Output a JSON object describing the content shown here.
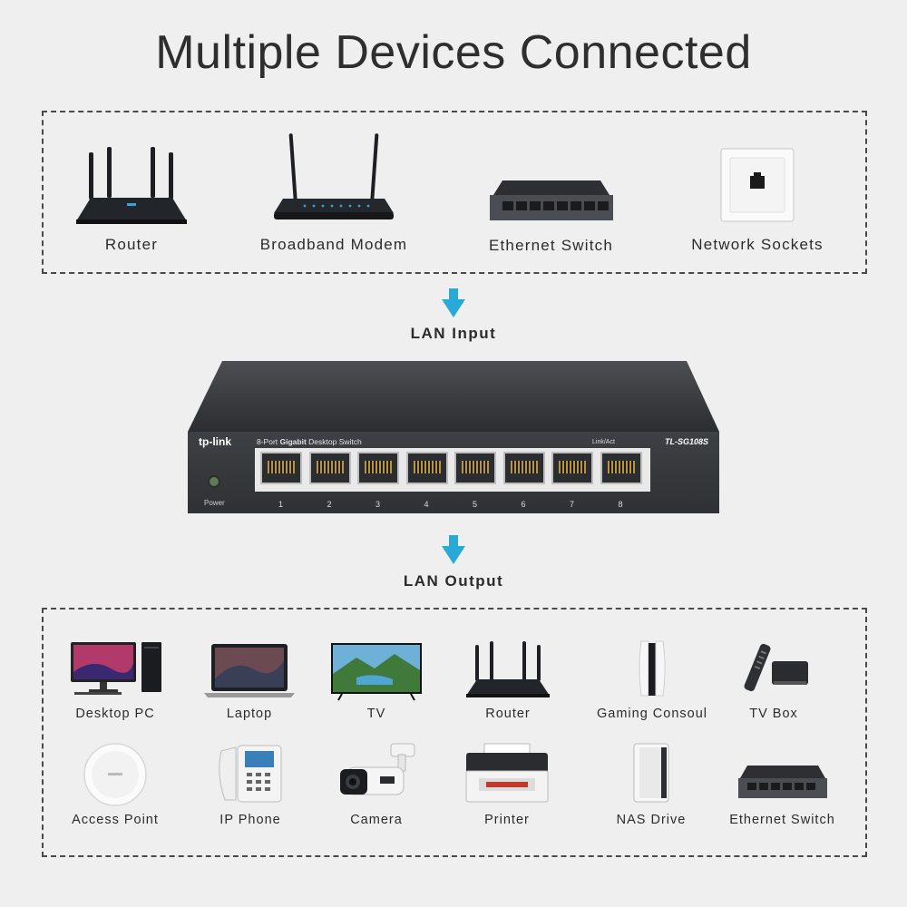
{
  "title": "Multiple Devices Connected",
  "input_devices": [
    {
      "label": "Router",
      "icon": "router-icon"
    },
    {
      "label": "Broadband Modem",
      "icon": "modem-icon"
    },
    {
      "label": "Ethernet Switch",
      "icon": "ethernet-switch-icon"
    },
    {
      "label": "Network Sockets",
      "icon": "network-socket-icon"
    }
  ],
  "lan_input_label": "LAN Input",
  "lan_output_label": "LAN Output",
  "switch": {
    "brand": "tp-link",
    "description_prefix": "8-Port ",
    "description_bold": "Gigabit",
    "description_suffix": " Desktop Switch",
    "model": "TL-SG108S",
    "link_act": "Link/Act",
    "power_label": "Power",
    "ports": [
      "1",
      "2",
      "3",
      "4",
      "5",
      "6",
      "7",
      "8"
    ]
  },
  "output_devices_row1": [
    {
      "label": "Desktop PC",
      "icon": "desktop-pc-icon"
    },
    {
      "label": "Laptop",
      "icon": "laptop-icon"
    },
    {
      "label": "TV",
      "icon": "tv-icon"
    },
    {
      "label": "Router",
      "icon": "router-icon"
    },
    {
      "label": "Gaming Consoul",
      "icon": "gaming-console-icon"
    },
    {
      "label": "TV Box",
      "icon": "tv-box-icon"
    }
  ],
  "output_devices_row2": [
    {
      "label": "Access Point",
      "icon": "access-point-icon"
    },
    {
      "label": "IP Phone",
      "icon": "ip-phone-icon"
    },
    {
      "label": "Camera",
      "icon": "camera-icon"
    },
    {
      "label": "Printer",
      "icon": "printer-icon"
    },
    {
      "label": "NAS Drive",
      "icon": "nas-drive-icon"
    },
    {
      "label": "Ethernet Switch",
      "icon": "ethernet-switch-icon"
    }
  ],
  "colors": {
    "background": "#efefef",
    "arrow": "#29a9d6",
    "device_dark": "#1f2226",
    "switch_body": "#3a3c3f"
  }
}
